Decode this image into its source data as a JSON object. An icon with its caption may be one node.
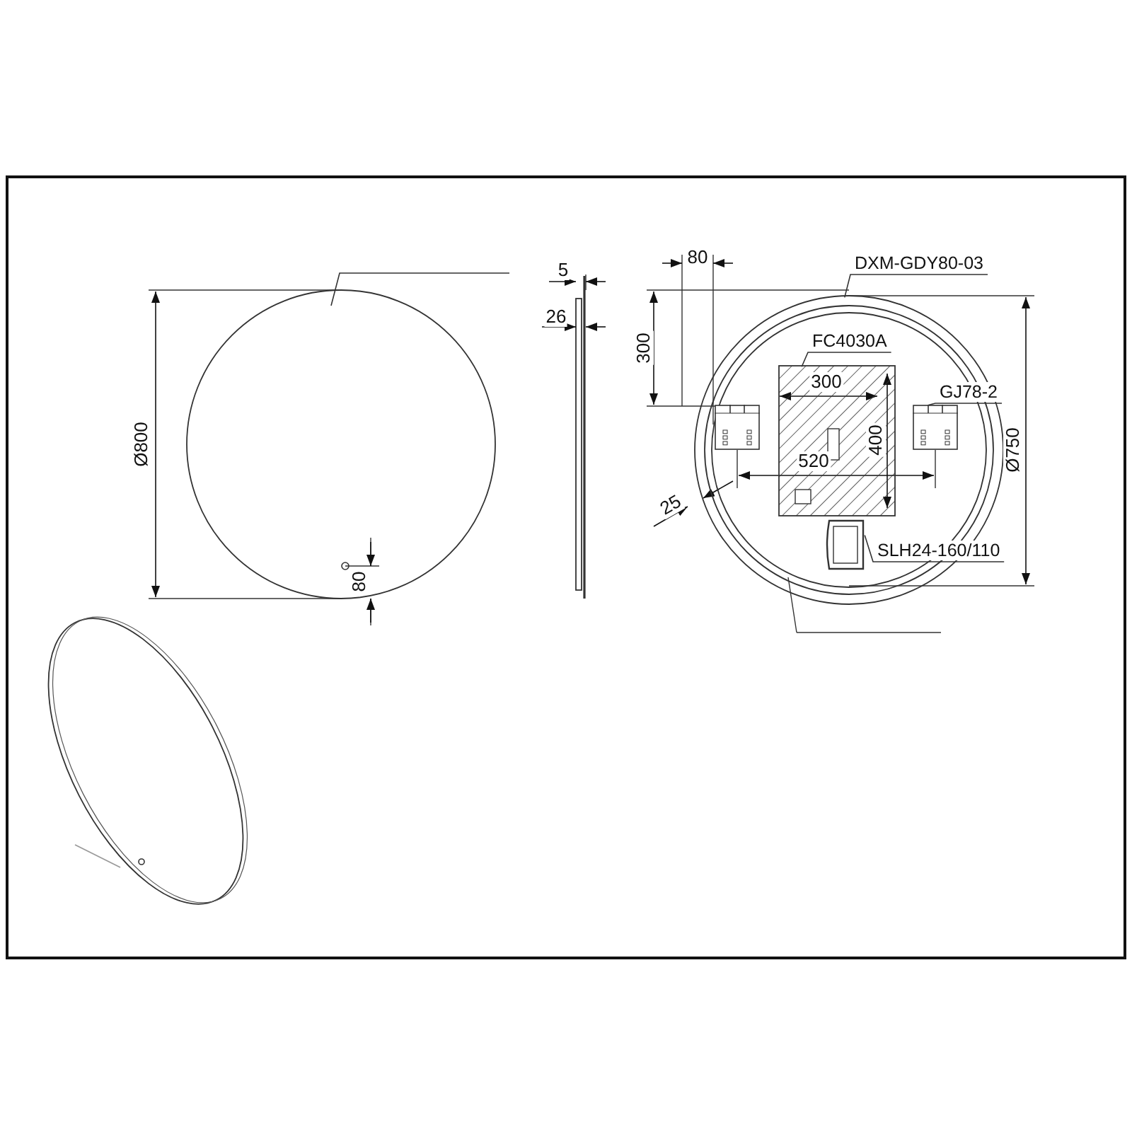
{
  "diagram": {
    "nodes": [
      {
        "text": [
          "DXM-GDY80-03"
        ]
      },
      {
        "text": [],
        "shape": "circle"
      },
      {
        "text": [
          "FC4030A"
        ],
        "in": 1
      },
      {
        "text": [],
        "shape": "box",
        "in": 1
      },
      {
        "text": [
          "GJ78-2"
        ],
        "in": 1
      },
      {
        "text": [],
        "shape": "box",
        "in": 1
      },
      {
        "text": [
          "SLH24-160/110"
        ],
        "in": 1
      },
      {
        "text": [],
        "shape": "box",
        "in": 1
      }
    ],
    "edges": [
      {
        "from": 0,
        "to": 1,
        "arrow": "none"
      },
      {
        "from": 2,
        "to": 3,
        "arrow": "none"
      },
      {
        "from": 4,
        "to": 5,
        "arrow": "none"
      },
      {
        "from": 6,
        "to": 7,
        "arrow": "none"
      }
    ],
    "labels": [
      "Ø800",
      "80",
      "5",
      "26",
      "80",
      "300",
      "300",
      "400",
      "520",
      "25",
      "Ø750"
    ]
  }
}
